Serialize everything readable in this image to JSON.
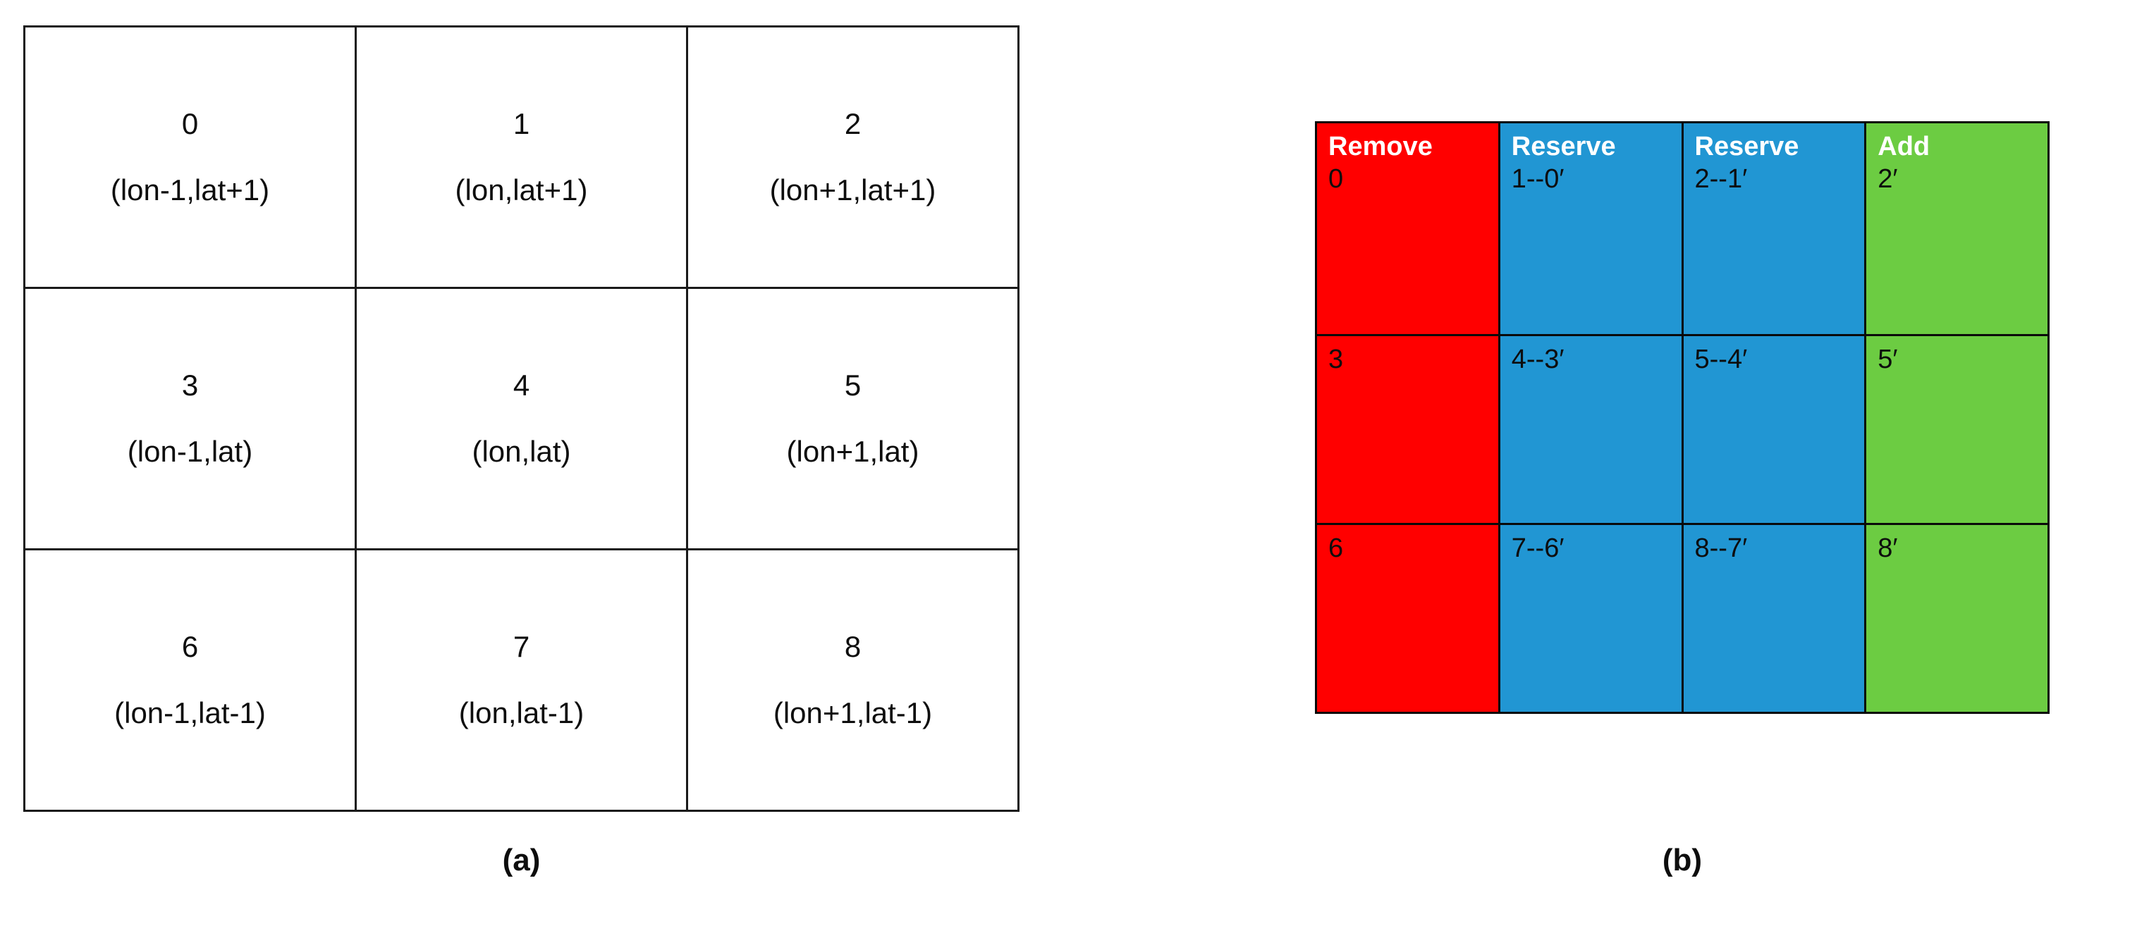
{
  "figure": {
    "panels": [
      {
        "id": "a",
        "caption": "(a)"
      },
      {
        "id": "b",
        "caption": "(b)"
      }
    ]
  },
  "panel_a": {
    "caption": "(a)",
    "grid": {
      "rows": 3,
      "cols": 3,
      "cells": [
        {
          "index": "0",
          "coord": "(lon-1,lat+1)"
        },
        {
          "index": "1",
          "coord": "(lon,lat+1)"
        },
        {
          "index": "2",
          "coord": "(lon+1,lat+1)"
        },
        {
          "index": "3",
          "coord": "(lon-1,lat)"
        },
        {
          "index": "4",
          "coord": "(lon,lat)"
        },
        {
          "index": "5",
          "coord": "(lon+1,lat)"
        },
        {
          "index": "6",
          "coord": "(lon-1,lat-1)"
        },
        {
          "index": "7",
          "coord": "(lon,lat-1)"
        },
        {
          "index": "8",
          "coord": "(lon+1,lat-1)"
        }
      ]
    }
  },
  "panel_b": {
    "caption": "(b)",
    "colors": {
      "remove": "#FF0000",
      "reserve": "#2196D3",
      "add": "#6CCC42",
      "border": "#0A0A0A",
      "header_text": "#FFFFFF",
      "value_text": "#0D0D0D"
    },
    "columns": [
      {
        "header": "Remove",
        "color_key": "remove"
      },
      {
        "header": "Reserve",
        "color_key": "reserve"
      },
      {
        "header": "Reserve",
        "color_key": "reserve"
      },
      {
        "header": "Add",
        "color_key": "add"
      }
    ],
    "rows": [
      {
        "cells": [
          "0",
          "1--0′",
          "2--1′",
          "2′"
        ]
      },
      {
        "cells": [
          "3",
          "4--3′",
          "5--4′",
          "5′"
        ]
      },
      {
        "cells": [
          "6",
          "7--6′",
          "8--7′",
          "8′"
        ]
      }
    ]
  }
}
